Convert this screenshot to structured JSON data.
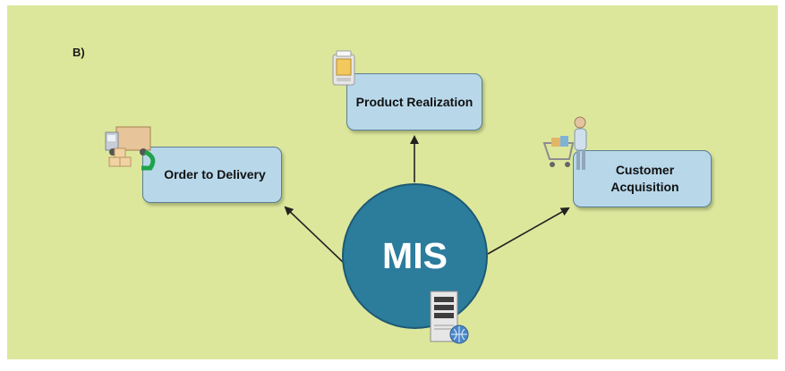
{
  "panel_label": "B)",
  "hub": {
    "label": "MIS",
    "icon": "server-icon"
  },
  "nodes": {
    "product_realization": {
      "label": "Product Realization",
      "icon": "document-scanner-icon"
    },
    "order_to_delivery": {
      "label": "Order to Delivery",
      "icon": "delivery-truck-icon"
    },
    "customer_acquisition": {
      "label": "Customer Acquisition",
      "icon": "shopping-cart-customer-icon"
    }
  },
  "colors": {
    "background": "#dde79c",
    "box_fill": "#b8d8ea",
    "hub_fill": "#2c7c9c",
    "arrow": "#222222"
  }
}
